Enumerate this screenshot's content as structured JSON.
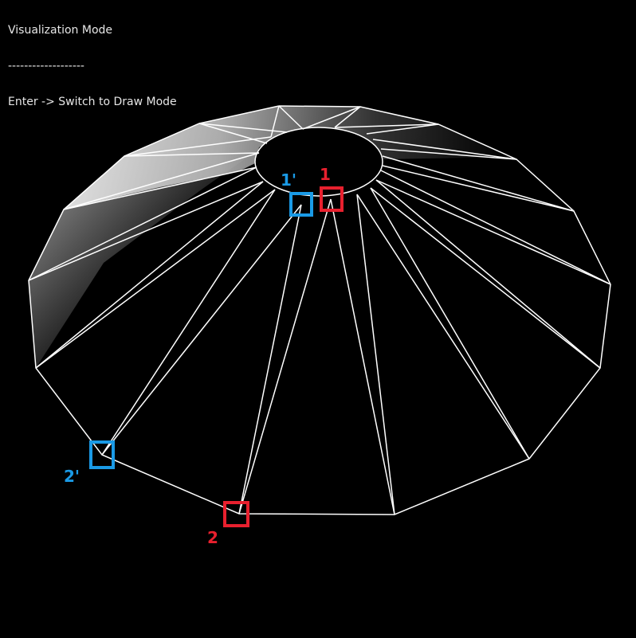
{
  "hud": {
    "mode_title": "Visualization Mode",
    "separator": "-------------------",
    "hint": "Enter -> Switch to Draw Mode"
  },
  "markers": [
    {
      "id": "red-1",
      "label": "1",
      "color": "#e8202e"
    },
    {
      "id": "red-2",
      "label": "2",
      "color": "#e8202e"
    },
    {
      "id": "blue-1",
      "label": "1'",
      "color": "#1a9ae6"
    },
    {
      "id": "blue-2",
      "label": "2'",
      "color": "#1a9ae6"
    }
  ],
  "colors": {
    "background": "#000000",
    "wireframe": "#ffffff",
    "shading_light": "#e8e8e8",
    "shading_dark": "#000000"
  }
}
